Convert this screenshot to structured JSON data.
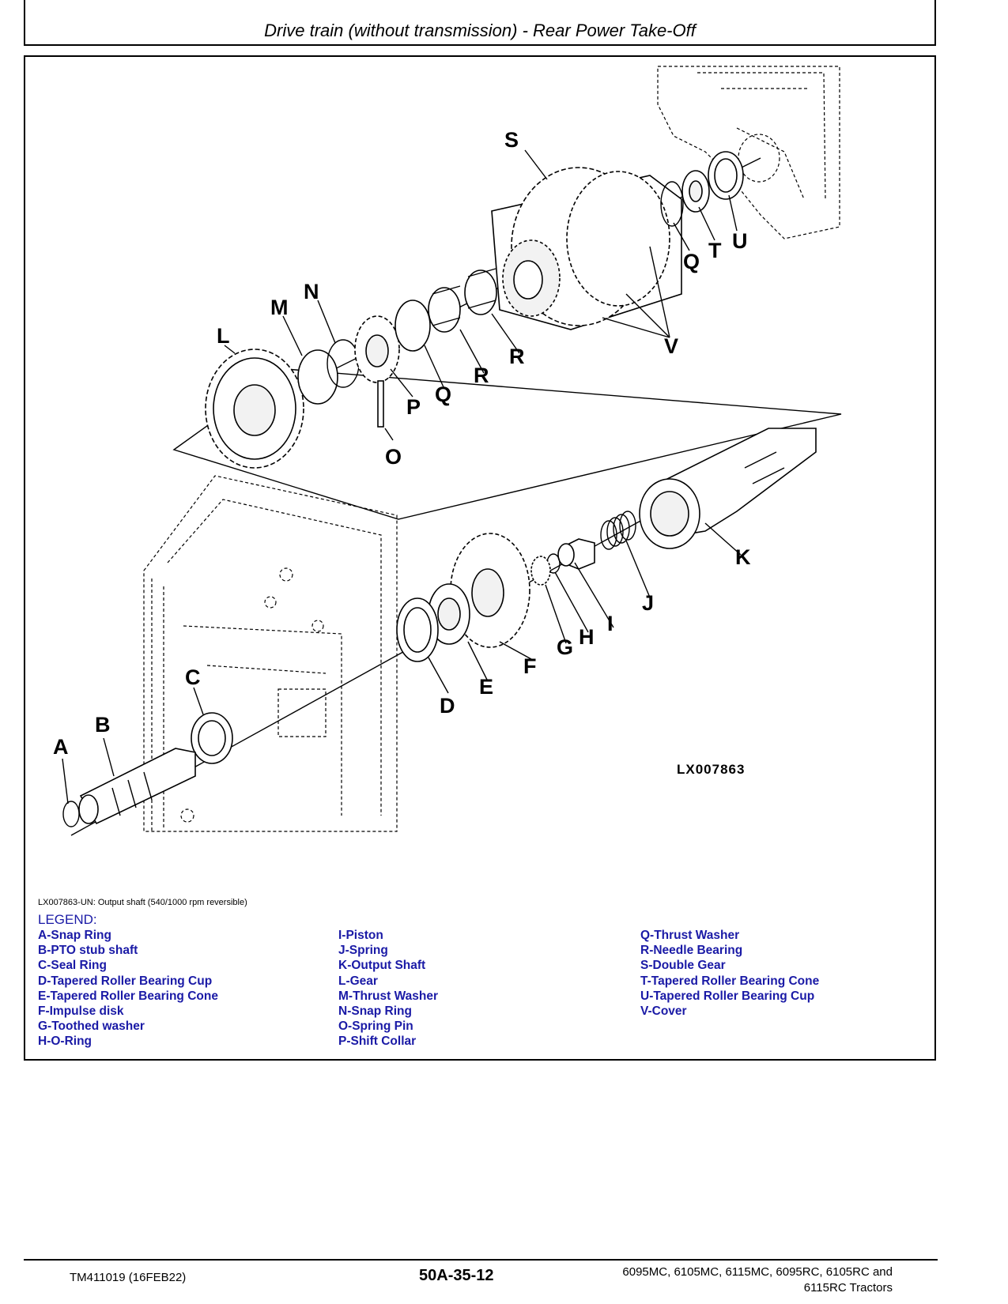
{
  "header": {
    "title": "Drive train (without transmission) - Rear Power Take-Off"
  },
  "figure": {
    "id": "LX007863",
    "caption": "LX007863-UN: Output shaft (540/1000 rpm reversible)",
    "callouts": {
      "A": "A",
      "B": "B",
      "C": "C",
      "D": "D",
      "E": "E",
      "F": "F",
      "G": "G",
      "H": "H",
      "I": "I",
      "J": "J",
      "K": "K",
      "L": "L",
      "M": "M",
      "N": "N",
      "O": "O",
      "P": "P",
      "Q1": "Q",
      "Q2": "Q",
      "R1": "R",
      "R2": "R",
      "S": "S",
      "T": "T",
      "U": "U",
      "V": "V"
    }
  },
  "legend": {
    "heading": "LEGEND:",
    "columns": [
      [
        "A-Snap Ring",
        "B-PTO stub shaft",
        "C-Seal Ring",
        "D-Tapered Roller Bearing Cup",
        "E-Tapered Roller Bearing Cone",
        "F-Impulse disk",
        "G-Toothed washer",
        "H-O-Ring"
      ],
      [
        "I-Piston",
        "J-Spring",
        "K-Output Shaft",
        "L-Gear",
        "M-Thrust Washer",
        "N-Snap Ring",
        "O-Spring Pin",
        "P-Shift Collar"
      ],
      [
        "Q-Thrust Washer",
        "R-Needle Bearing",
        "S-Double Gear",
        "T-Tapered Roller Bearing Cone",
        "U-Tapered Roller Bearing Cup",
        "V-Cover"
      ]
    ]
  },
  "footer": {
    "doc_id": "TM411019 (16FEB22)",
    "page": "50A-35-12",
    "models_line1": "6095MC, 6105MC, 6115MC, 6095RC, 6105RC and",
    "models_line2": "6115RC Tractors"
  }
}
